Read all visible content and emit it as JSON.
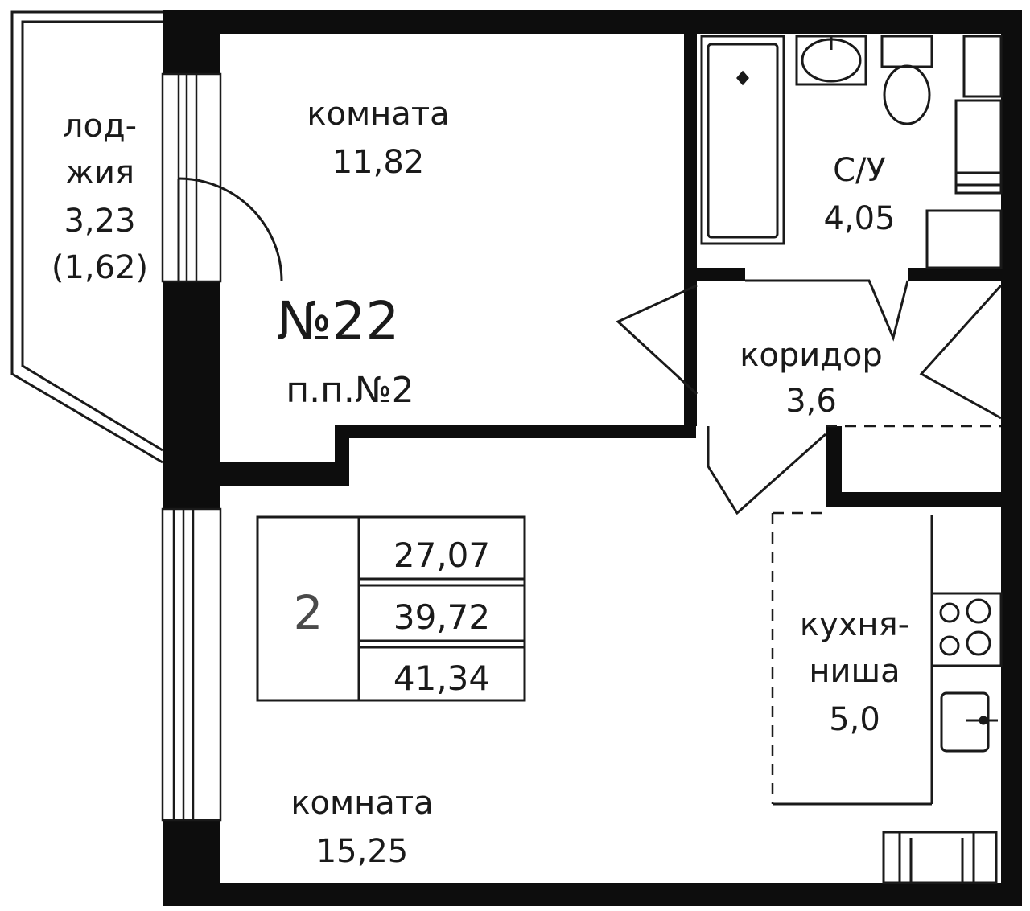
{
  "plan": {
    "number": "№22",
    "entrance": "п.п.№2",
    "rooms": {
      "loggia": {
        "line1": "лод-",
        "line2": "жия",
        "area": "3,23",
        "area_reduced": "(1,62)"
      },
      "room_upper": {
        "name": "комната",
        "area": "11,82"
      },
      "bathroom": {
        "name": "С/У",
        "area": "4,05"
      },
      "corridor": {
        "name": "коридор",
        "area": "3,6"
      },
      "kitchen": {
        "line1": "кухня-",
        "line2": "ниша",
        "area": "5,0"
      },
      "room_lower": {
        "name": "комната",
        "area": "15,25"
      }
    },
    "summary": {
      "rooms_count": "2",
      "living_area": "27,07",
      "total_area": "39,72",
      "total_with_loggia": "41,34"
    }
  },
  "colors": {
    "wall": "#0d0d0d",
    "line": "#1a1a1a",
    "summary_count": "#4a4a4a",
    "background": "#ffffff"
  }
}
